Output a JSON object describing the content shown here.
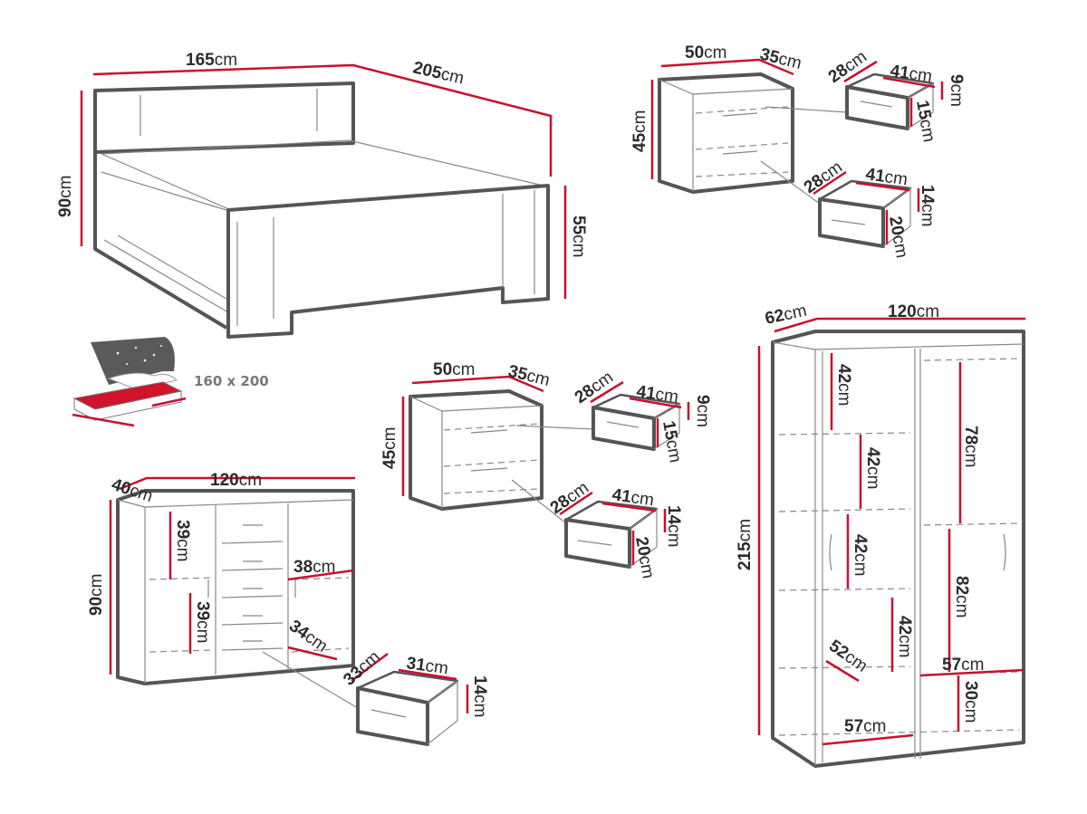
{
  "unit": "cm",
  "colors": {
    "outline": "#555555",
    "dimension": "#c8102e",
    "text": "#2b2b2b"
  },
  "bed": {
    "width": "165",
    "length": "205",
    "height": "90",
    "footboard_height": "55",
    "mattress_size": "160 x 200"
  },
  "bedside_table_1": {
    "width": "50",
    "depth": "35",
    "height": "45",
    "drawer_top": {
      "depth": "28",
      "width": "41",
      "height": "9",
      "front": "15"
    },
    "drawer_bottom": {
      "depth": "28",
      "width": "41",
      "height": "14",
      "front": "20"
    }
  },
  "bedside_table_2": {
    "width": "50",
    "depth": "35",
    "height": "45",
    "drawer_top": {
      "depth": "28",
      "width": "41",
      "height": "9",
      "front": "15"
    },
    "drawer_bottom": {
      "depth": "28",
      "width": "41",
      "height": "14",
      "front": "20"
    }
  },
  "dresser": {
    "depth": "40",
    "width": "120",
    "height": "90",
    "left_shelf_upper": "39",
    "left_shelf_lower": "39",
    "right_shelf": "38",
    "right_shelf_depth": "34",
    "drawer": {
      "depth": "33",
      "width": "31",
      "height": "14"
    }
  },
  "wardrobe": {
    "depth": "62",
    "width": "120",
    "height": "215",
    "left_shelves": [
      "42",
      "42",
      "42",
      "42"
    ],
    "shelf_depth": "52",
    "hanging_upper": "78",
    "hanging_lower": "82",
    "inner_width_top": "57",
    "drawer_height": "30",
    "inner_width_bottom": "57"
  }
}
